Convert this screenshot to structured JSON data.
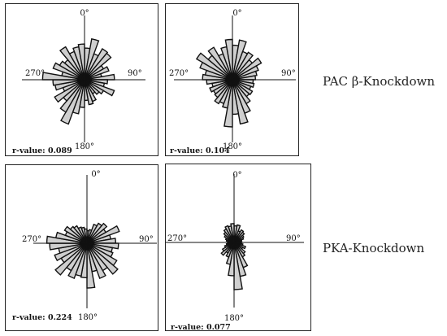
{
  "row_labels": [
    "PAC β-Knockdown",
    "PKA-Knockdown"
  ],
  "style": {
    "fill": "#cfcfcf",
    "stroke": "#111111",
    "axis": "#111111"
  },
  "chart_data": [
    {
      "type": "polar-histogram",
      "row_label": "PAC β-Knockdown",
      "axis_labels": {
        "top": "0°",
        "right": "90°",
        "bottom": "180°",
        "left": "270°"
      },
      "r_label": "r-value:",
      "r_value": "0.089",
      "bin_width_deg": 10,
      "rmax": 82,
      "radii": [
        55,
        72,
        48,
        62,
        60,
        38,
        45,
        30,
        52,
        40,
        35,
        55,
        38,
        33,
        28,
        40,
        44,
        36,
        48,
        60,
        82,
        65,
        48,
        60,
        40,
        52,
        55,
        73,
        40,
        58,
        50,
        45,
        66,
        52,
        58,
        62
      ]
    },
    {
      "type": "polar-histogram",
      "row_label": "PAC β-Knockdown",
      "axis_labels": {
        "top": "0°",
        "right": "90°",
        "bottom": "180°",
        "left": "270°"
      },
      "r_label": "r-value:",
      "r_value": "0.104",
      "bin_width_deg": 10,
      "rmax": 82,
      "radii": [
        60,
        70,
        52,
        55,
        45,
        58,
        48,
        43,
        40,
        36,
        38,
        34,
        40,
        38,
        48,
        62,
        78,
        60,
        82,
        50,
        44,
        48,
        40,
        38,
        42,
        36,
        45,
        52,
        48,
        60,
        72,
        55,
        65,
        48,
        58,
        70
      ]
    },
    {
      "type": "polar-histogram",
      "row_label": "PKA-Knockdown",
      "axis_labels": {
        "top": "0°",
        "right": "90°",
        "bottom": "180°",
        "left": "270°"
      },
      "r_label": "r-value:",
      "r_value": "0.224",
      "bin_width_deg": 10,
      "rmax": 85,
      "radii": [
        22,
        24,
        35,
        40,
        45,
        38,
        60,
        42,
        50,
        55,
        45,
        48,
        60,
        70,
        55,
        65,
        50,
        78,
        60,
        58,
        65,
        55,
        72,
        52,
        60,
        50,
        65,
        70,
        55,
        40,
        45,
        38,
        35,
        30,
        28,
        25
      ]
    },
    {
      "type": "polar-histogram",
      "row_label": "PKA-Knockdown",
      "axis_labels": {
        "top": "0°",
        "right": "90°",
        "bottom": "180°",
        "left": "270°"
      },
      "r_label": "r-value:",
      "r_value": "0.077",
      "bin_width_deg": 10,
      "rmax": 85,
      "radii": [
        30,
        32,
        22,
        26,
        24,
        20,
        18,
        14,
        12,
        14,
        16,
        22,
        18,
        26,
        30,
        48,
        62,
        85,
        60,
        40,
        28,
        22,
        30,
        24,
        18,
        14,
        12,
        10,
        14,
        16,
        20,
        24,
        28,
        32,
        30,
        34
      ]
    }
  ]
}
